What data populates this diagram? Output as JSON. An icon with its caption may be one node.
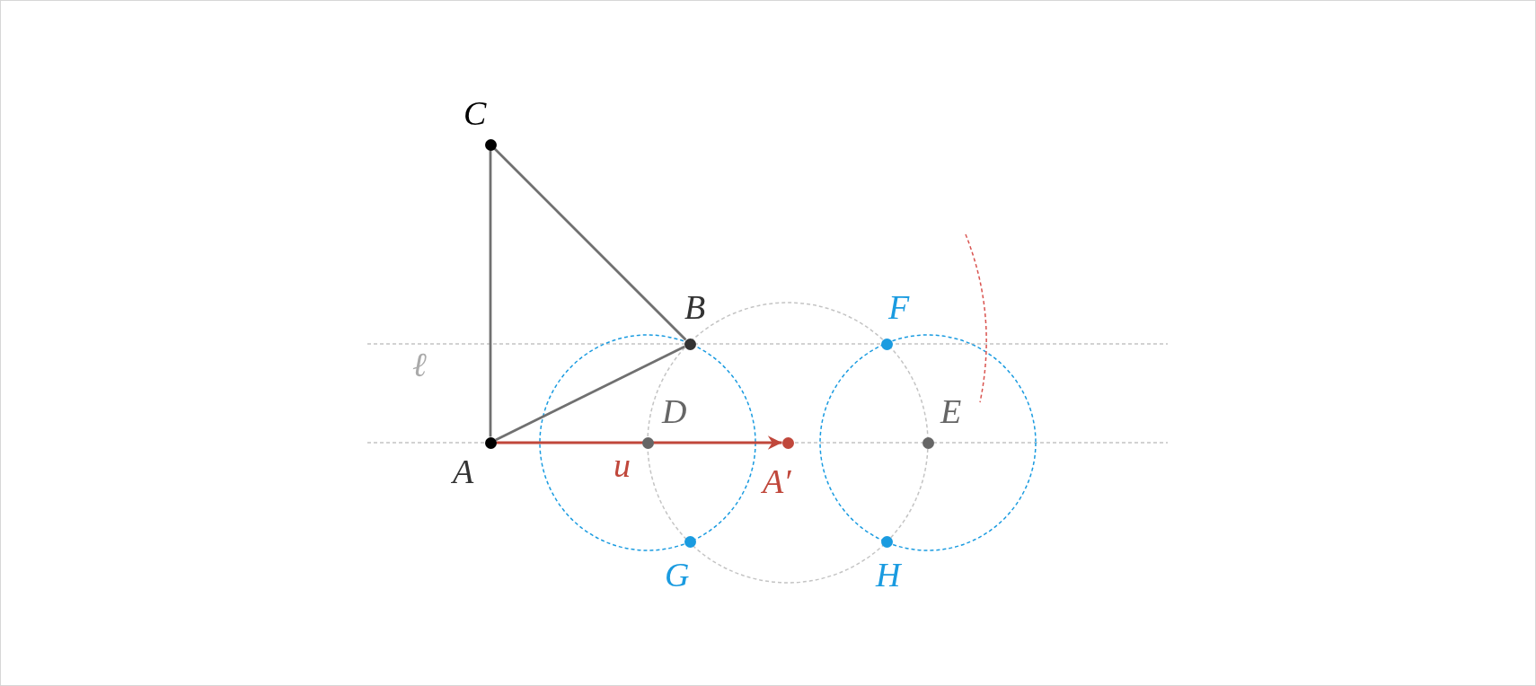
{
  "diagram": {
    "nodes": [
      {
        "text": [
          "C"
        ]
      },
      {
        "text": [
          "B"
        ]
      },
      {
        "text": [
          "A"
        ]
      },
      {
        "text": [
          "D"
        ]
      },
      {
        "text": [
          "A′"
        ]
      },
      {
        "text": [
          "F"
        ]
      },
      {
        "text": [
          "E"
        ]
      },
      {
        "text": [
          "G"
        ]
      },
      {
        "text": [
          "H"
        ]
      }
    ],
    "edges": [
      {
        "from": 2,
        "to": 0,
        "arrow": "none"
      },
      {
        "from": 0,
        "to": 1,
        "arrow": "none"
      },
      {
        "from": 2,
        "to": 1,
        "arrow": "none"
      },
      {
        "from": 2,
        "to": 4,
        "arrow": "to",
        "label": "u",
        "color": "#c0473b"
      }
    ],
    "labels": [
      "ℓ"
    ]
  }
}
